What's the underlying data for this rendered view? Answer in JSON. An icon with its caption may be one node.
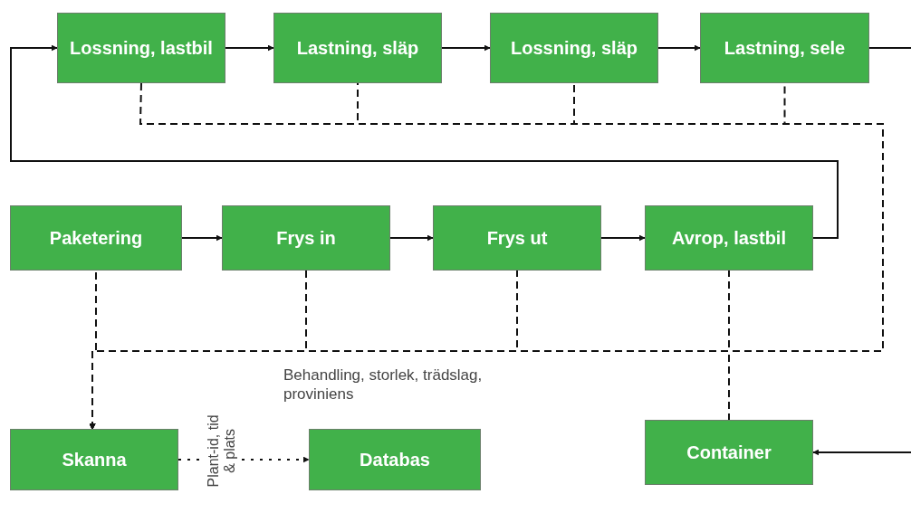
{
  "diagram": {
    "nodes": [
      {
        "text": [
          "Lossning, lastbil"
        ]
      },
      {
        "text": [
          "Lastning, släp"
        ]
      },
      {
        "text": [
          "Lossning, släp"
        ]
      },
      {
        "text": [
          "Lastning, sele"
        ]
      },
      {
        "text": [
          "Paketering"
        ]
      },
      {
        "text": [
          "Frys in"
        ]
      },
      {
        "text": [
          "Frys ut"
        ]
      },
      {
        "text": [
          "Avrop, lastbil"
        ]
      },
      {
        "text": [
          "Skanna"
        ]
      },
      {
        "text": [
          "Databas"
        ],
        "beside": [
          "Behandling, storlek, trädslag, proviniens"
        ]
      },
      {
        "text": [
          "Container"
        ]
      }
    ],
    "edges": [
      {
        "from": 0,
        "to": 1,
        "arrow": "to"
      },
      {
        "from": 1,
        "to": 2,
        "arrow": "to"
      },
      {
        "from": 2,
        "to": 3,
        "arrow": "to"
      },
      {
        "from": 3,
        "to": null,
        "arrow": "none"
      },
      {
        "from": 7,
        "to": 0,
        "arrow": "to"
      },
      {
        "from": 4,
        "to": 5,
        "arrow": "to"
      },
      {
        "from": 5,
        "to": 6,
        "arrow": "to"
      },
      {
        "from": 6,
        "to": 7,
        "arrow": "to"
      },
      {
        "from": 0,
        "to": 8,
        "arrow": "to",
        "style": "dashed"
      },
      {
        "from": 1,
        "to": 8,
        "arrow": "to",
        "style": "dashed"
      },
      {
        "from": 2,
        "to": 8,
        "arrow": "to",
        "style": "dashed"
      },
      {
        "from": 3,
        "to": 8,
        "arrow": "to",
        "style": "dashed"
      },
      {
        "from": 4,
        "to": 8,
        "arrow": "to",
        "style": "dashed"
      },
      {
        "from": 5,
        "to": 8,
        "arrow": "to",
        "style": "dashed"
      },
      {
        "from": 6,
        "to": 8,
        "arrow": "to",
        "style": "dashed"
      },
      {
        "from": 7,
        "to": 8,
        "arrow": "to",
        "style": "dashed"
      },
      {
        "from": 10,
        "to": 8,
        "arrow": "to",
        "style": "dashed"
      },
      {
        "from": 8,
        "to": 9,
        "arrow": "to",
        "style": "dashed",
        "label": "Plant-id, tid & plats"
      },
      {
        "from": null,
        "to": 10,
        "arrow": "to"
      }
    ]
  }
}
